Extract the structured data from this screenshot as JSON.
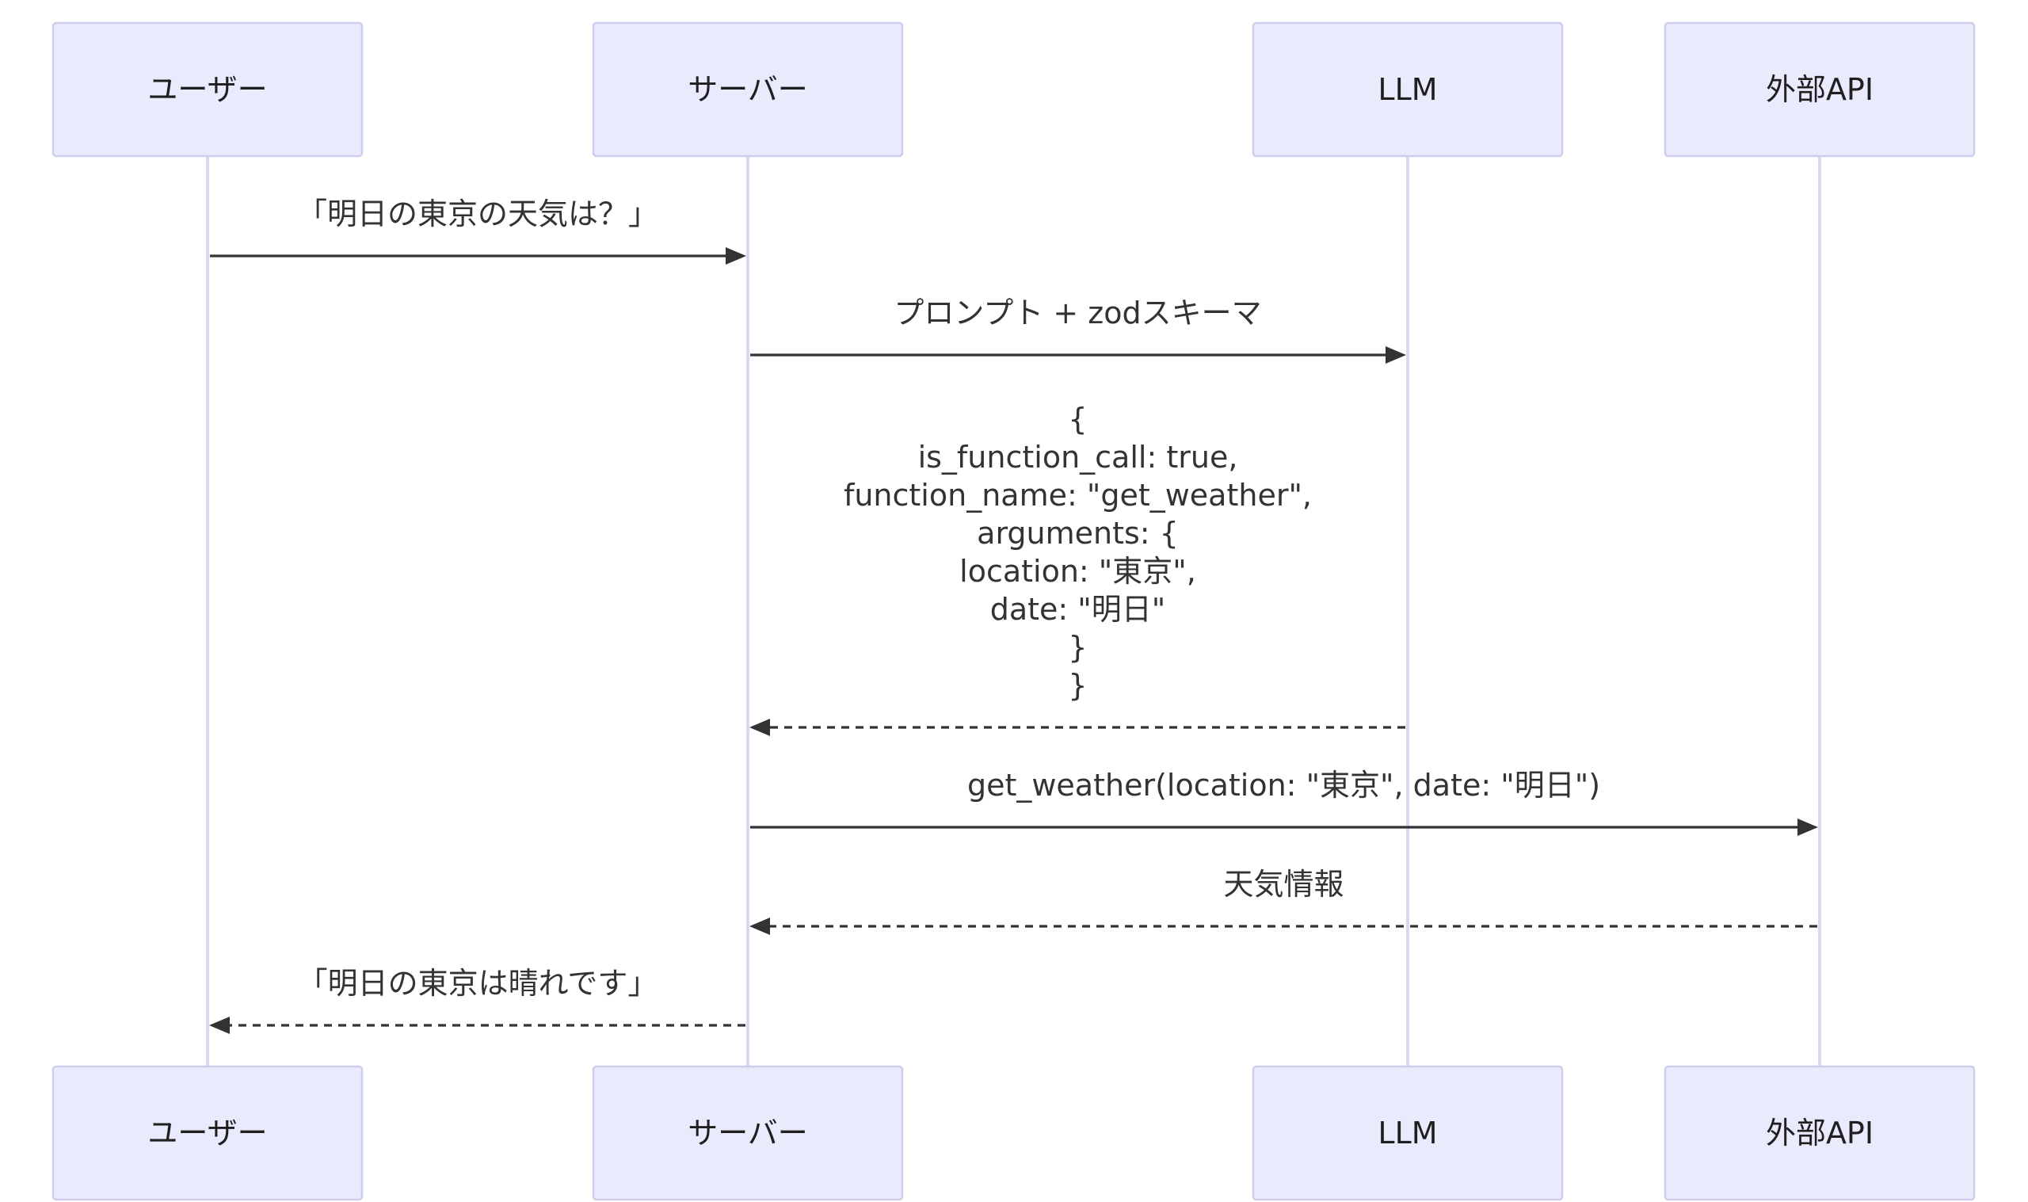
{
  "participants": [
    {
      "id": "user",
      "label": "ユーザー"
    },
    {
      "id": "server",
      "label": "サーバー"
    },
    {
      "id": "llm",
      "label": "LLM"
    },
    {
      "id": "api",
      "label": "外部API"
    }
  ],
  "messages": [
    {
      "from": "user",
      "to": "server",
      "style": "solid",
      "lines": [
        "「明日の東京の天気は？」"
      ]
    },
    {
      "from": "server",
      "to": "llm",
      "style": "solid",
      "lines": [
        "プロンプト + zodスキーマ"
      ]
    },
    {
      "from": "llm",
      "to": "server",
      "style": "dashed",
      "lines": [
        "{",
        "is_function_call: true,",
        "function_name: \"get_weather\",",
        "arguments: {",
        "location: \"東京\",",
        "date: \"明日\"",
        "}",
        "}"
      ]
    },
    {
      "from": "server",
      "to": "api",
      "style": "solid",
      "lines": [
        "get_weather(location: \"東京\", date: \"明日\")"
      ]
    },
    {
      "from": "api",
      "to": "server",
      "style": "dashed",
      "lines": [
        "天気情報"
      ]
    },
    {
      "from": "server",
      "to": "user",
      "style": "dashed",
      "lines": [
        "「明日の東京は晴れです」"
      ]
    }
  ],
  "colors": {
    "actor_fill": "#eaeafd",
    "actor_stroke": "#cdcdf0",
    "lifeline": "#ddd6f0",
    "message": "#333333"
  }
}
